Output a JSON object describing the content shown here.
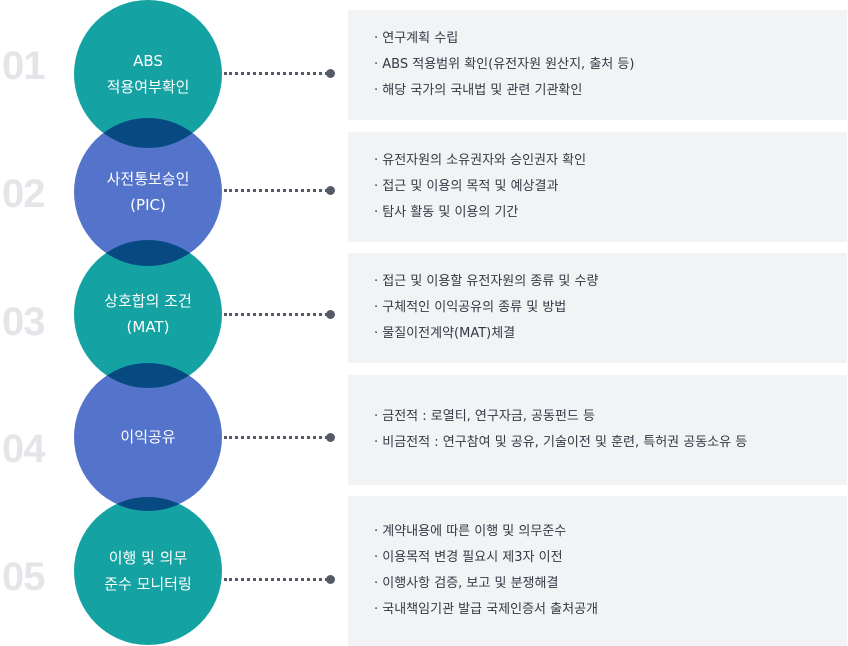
{
  "steps": [
    {
      "number": "01",
      "title": [
        "ABS",
        "적용여부확인"
      ],
      "color": "#14a2a2",
      "items": [
        "연구계획 수립",
        "ABS 적용범위 확인(유전자원 원산지, 출처 등)",
        "해당 국가의 국내법 및 관련 기관확인"
      ]
    },
    {
      "number": "02",
      "title": [
        "사전통보승인",
        "(PIC)"
      ],
      "color": "#5474cc",
      "items": [
        "유전자원의 소유권자와 승인권자 확인",
        "접근 및 이용의 목적 및 예상결과",
        "탐사 활동 및 이용의 기간"
      ]
    },
    {
      "number": "03",
      "title": [
        "상호합의 조건",
        "(MAT)"
      ],
      "color": "#14a2a2",
      "items": [
        "접근 및 이용할 유전자원의 종류 및 수량",
        "구체적인 이익공유의 종류 및 방법",
        "물질이전계약(MAT)체결"
      ]
    },
    {
      "number": "04",
      "title": [
        "이익공유"
      ],
      "color": "#5474cc",
      "items": [
        "금전적 : 로열티, 연구자금, 공동펀드 등",
        "비금전적 : 연구참여 및 공유, 기술이전 및 훈련, 특허권 공동소유 등"
      ]
    },
    {
      "number": "05",
      "title": [
        "이행 및 의무",
        "준수 모니터링"
      ],
      "color": "#14a2a2",
      "items": [
        "계약내용에 따른 이행 및 의무준수",
        "이용목적 변경 필요시 제3자 이전",
        "이행사항 검증, 보고 및 분쟁해결",
        "국내책임기관 발급 국제인증서 출처공개"
      ]
    }
  ]
}
